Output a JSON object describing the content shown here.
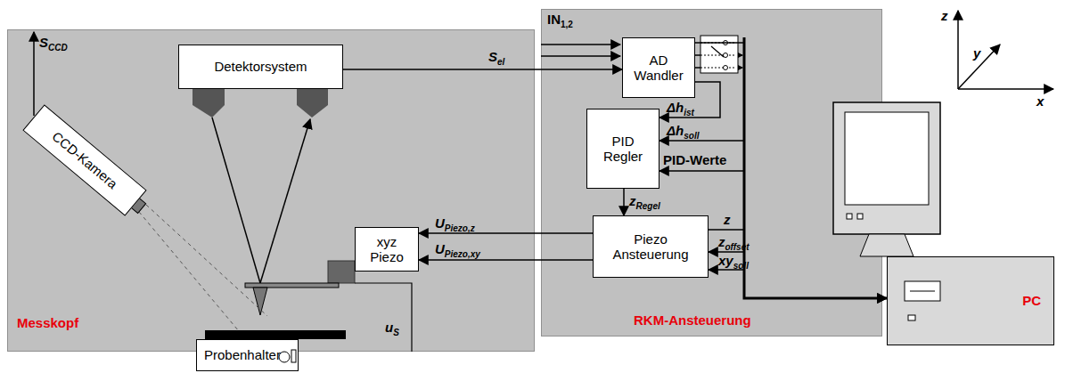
{
  "diagram": {
    "nodes": [
      {
        "text": [
          "Messkopf"
        ]
      },
      {
        "text": [
          "Detektorsystem"
        ],
        "in": 0
      },
      {
        "text": [
          "CCD-Kamera"
        ],
        "in": 0
      },
      {
        "text": [
          "xyz Piezo"
        ],
        "in": 0
      },
      {
        "text": [
          "Probenhalter"
        ]
      },
      {
        "text": [
          "RKM-Ansteuerung"
        ]
      },
      {
        "text": [
          "AD Wandler"
        ],
        "in": 5
      },
      {
        "text": [
          "PID Regler"
        ],
        "in": 5
      },
      {
        "text": [
          "Piezo Ansteuerung"
        ],
        "in": 5
      },
      {
        "text": [
          "PC"
        ]
      }
    ],
    "edges": [
      {
        "from": 1,
        "to": 6,
        "arrow": "to"
      },
      {
        "from": 7,
        "to": 8,
        "arrow": "to"
      },
      {
        "from": 8,
        "to": 3,
        "arrow": "to"
      },
      {
        "from": 8,
        "to": 3,
        "arrow": "to"
      },
      {
        "from": 9,
        "to": 7,
        "arrow": "to"
      },
      {
        "from": 9,
        "to": 7,
        "arrow": "to"
      },
      {
        "from": 9,
        "to": 8,
        "arrow": "to"
      },
      {
        "from": 9,
        "to": 8,
        "arrow": "to"
      },
      {
        "from": 8,
        "to": 9,
        "arrow": "to"
      },
      {
        "from": 6,
        "to": 9,
        "arrow": "to"
      },
      {
        "from": 6,
        "to": 7,
        "arrow": "to"
      }
    ],
    "labels": [
      "SCCD",
      "Sel",
      "uS",
      "IN1,2",
      "Δhist",
      "Δhsoll",
      "PID-Werte",
      "zRegel",
      "UPiezo,z",
      "UPiezo,xy",
      "z",
      "zoffset",
      "xysoll",
      "z",
      "y",
      "x"
    ]
  }
}
